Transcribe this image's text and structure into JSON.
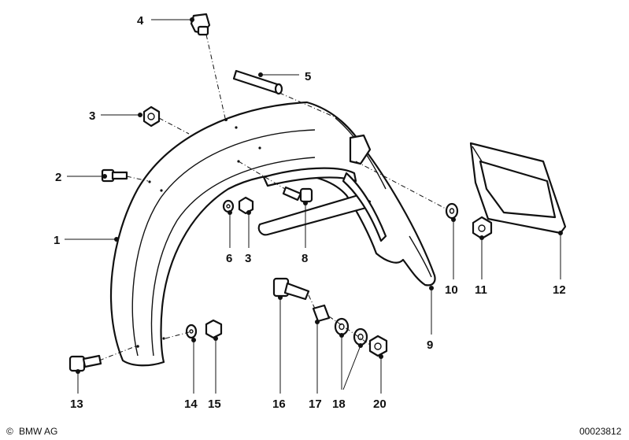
{
  "diagram": {
    "labels": {
      "p1": "1",
      "p2": "2",
      "p3a": "3",
      "p3b": "3",
      "p4": "4",
      "p5": "5",
      "p6": "6",
      "p8": "8",
      "p9": "9",
      "p10": "10",
      "p11": "11",
      "p12": "12",
      "p13": "13",
      "p14": "14",
      "p15": "15",
      "p16": "16",
      "p17": "17",
      "p18": "18",
      "p20": "20"
    },
    "footer": {
      "brand": "BMW AG",
      "copyright_symbol": "©",
      "image_number": "00023812"
    }
  }
}
